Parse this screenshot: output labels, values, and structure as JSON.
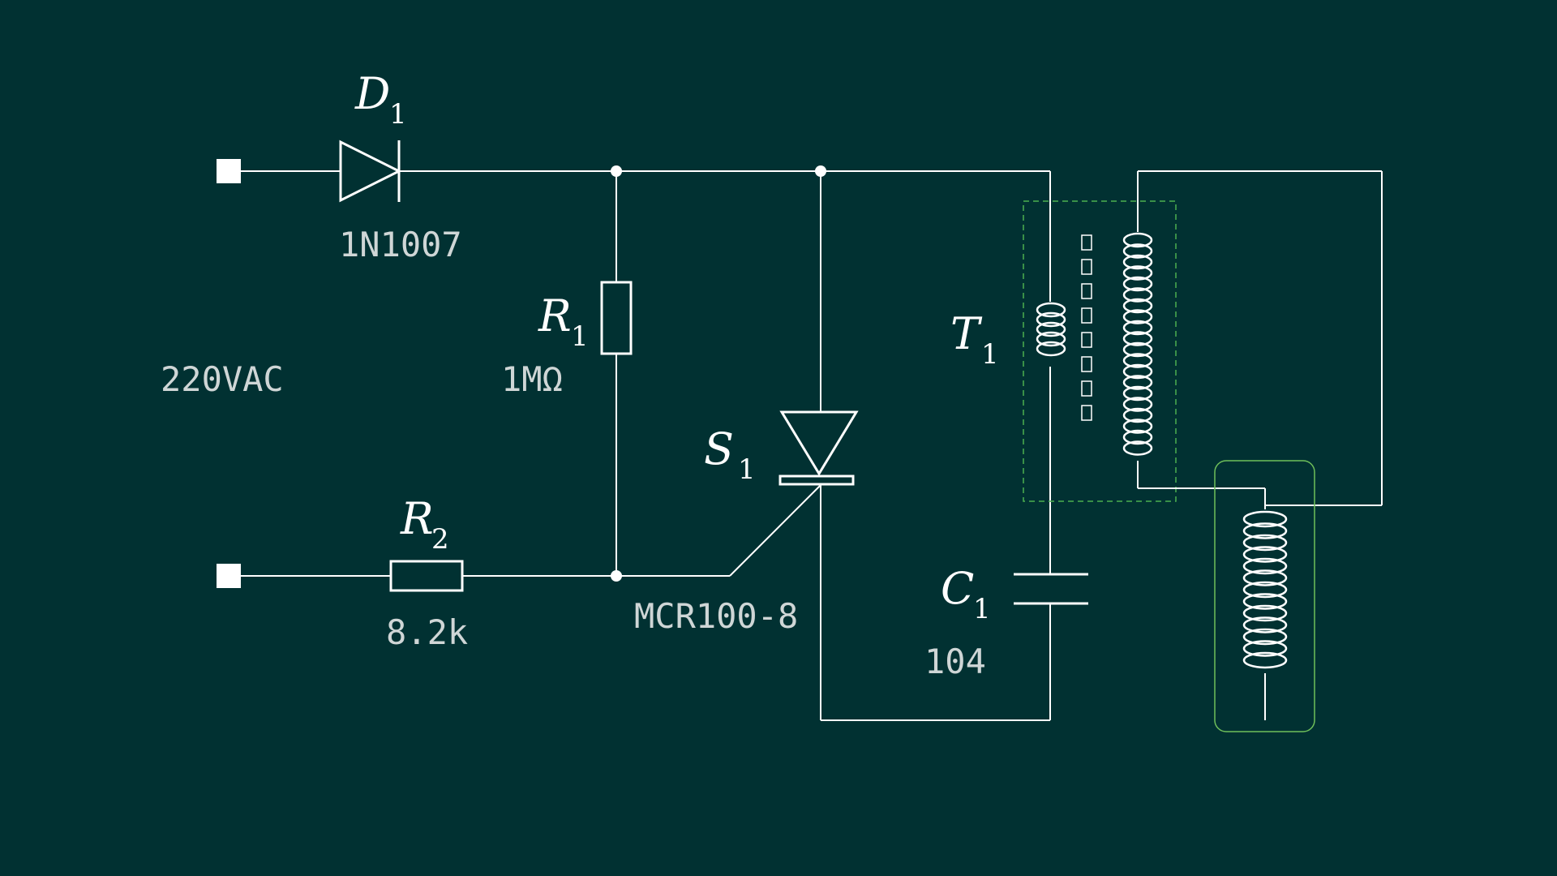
{
  "colors": {
    "background": "#013132",
    "wire": "#ffffff",
    "value_text": "#cfd6d6",
    "core_outline": "#4caf50",
    "secondary_coil_outline": "#6fbf5a"
  },
  "source": {
    "label": "220VAC"
  },
  "components": {
    "D1": {
      "letter": "D",
      "subscript": "1",
      "value": "1N1007"
    },
    "R1": {
      "letter": "R",
      "subscript": "1",
      "value": "1MΩ"
    },
    "R2": {
      "letter": "R",
      "subscript": "2",
      "value": "8.2k"
    },
    "S1": {
      "letter": "S",
      "subscript": "1",
      "value": "MCR100-8"
    },
    "C1": {
      "letter": "C",
      "subscript": "1",
      "value": "104"
    },
    "T1": {
      "letter": "T",
      "subscript": "1"
    }
  }
}
